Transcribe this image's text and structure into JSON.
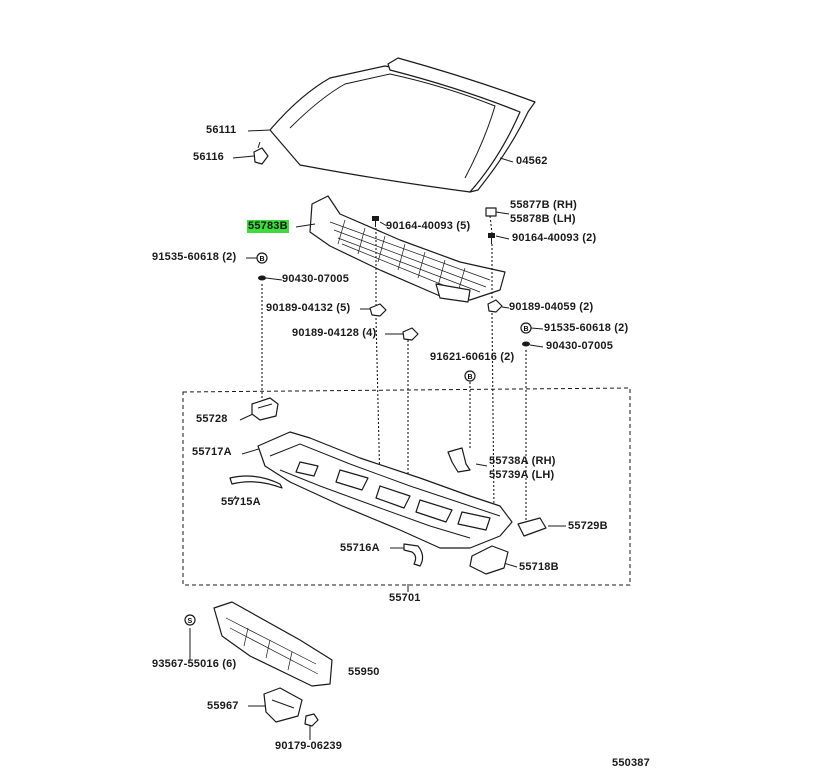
{
  "labels": {
    "p56111": "56111",
    "p56116": "56116",
    "p04562": "04562",
    "p55783b": "55783B",
    "p90164a": "90164-40093 (5)",
    "p55877b": "55877B (RH)",
    "p55878b": "55878B (LH)",
    "p90164b": "90164-40093 (2)",
    "p91535a": "91535-60618 (2)",
    "p90430a": "90430-07005",
    "p90189a": "90189-04132 (5)",
    "p90189b": "90189-04059 (2)",
    "p91535b": "91535-60618 (2)",
    "p90189c": "90189-04128 (4)",
    "p90430b": "90430-07005",
    "p91621": "91621-60616 (2)",
    "p55728": "55728",
    "p55717a": "55717A",
    "p55738a": "55738A (RH)",
    "p55739a": "55739A (LH)",
    "p55715a": "55715A",
    "p55729b": "55729B",
    "p55716a": "55716A",
    "p55718b": "55718B",
    "p55701": "55701",
    "p93567": "93567-55016 (6)",
    "p55950": "55950",
    "p55967": "55967",
    "p90179": "90179-06239",
    "diagram_id": "550387"
  },
  "symbols": {
    "screw_mark": "B",
    "clip_mark": "S"
  },
  "colors": {
    "highlight": "#3cdc3c",
    "line": "#1a1a1a"
  }
}
